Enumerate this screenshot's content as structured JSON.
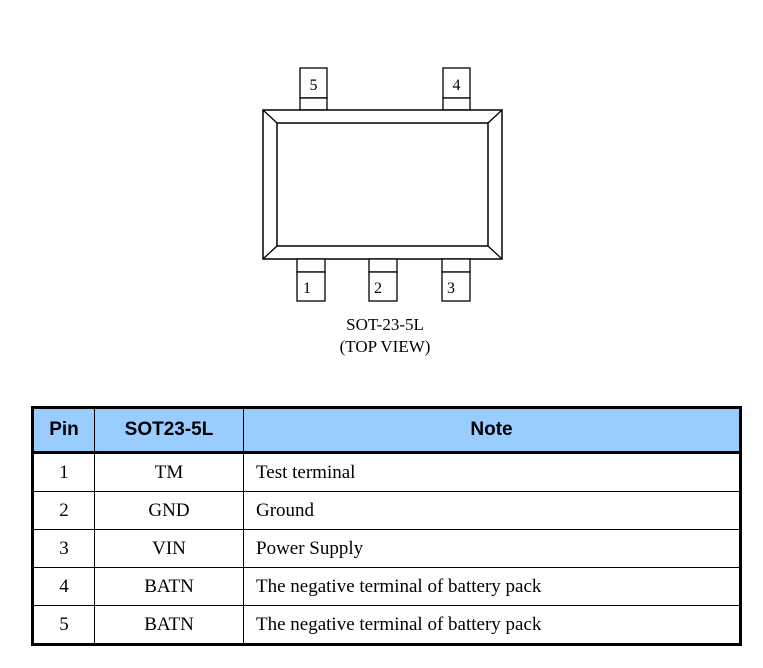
{
  "diagram": {
    "pins_top": [
      "5",
      "4"
    ],
    "pins_bottom": [
      "1",
      "2",
      "3"
    ],
    "package_label": "SOT-23-5L",
    "view_label": "(TOP VIEW)"
  },
  "table": {
    "headers": [
      "Pin",
      "SOT23-5L",
      "Note"
    ],
    "rows": [
      [
        "1",
        "TM",
        "Test terminal"
      ],
      [
        "2",
        "GND",
        "Ground"
      ],
      [
        "3",
        "VIN",
        "Power Supply"
      ],
      [
        "4",
        "BATN",
        "The negative terminal of battery pack"
      ],
      [
        "5",
        "BATN",
        "The negative terminal of battery pack"
      ]
    ],
    "header_color": "#99ccff"
  }
}
